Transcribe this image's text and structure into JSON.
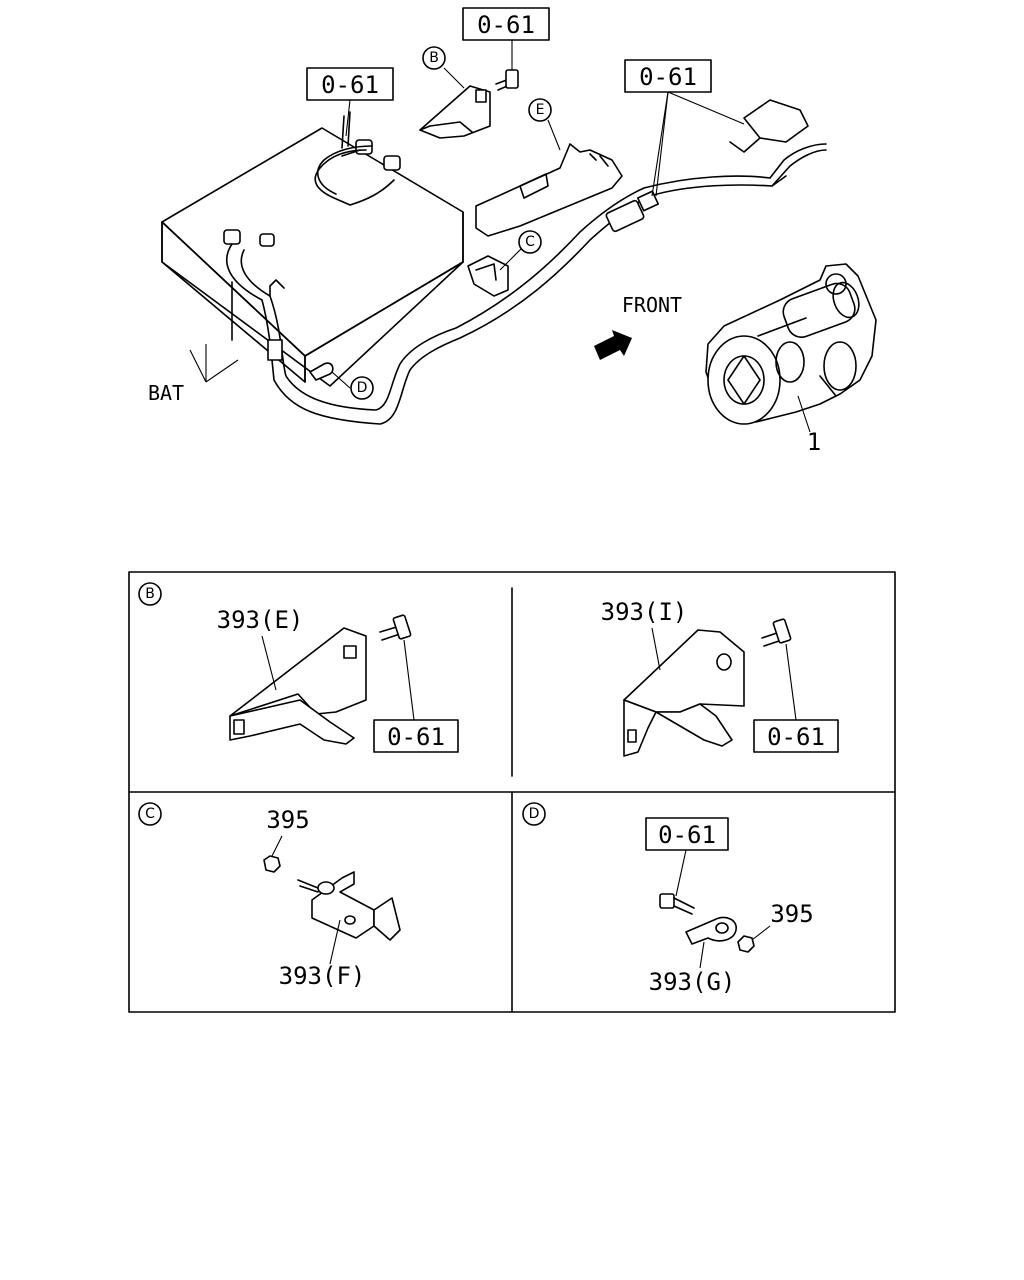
{
  "refs": {
    "ref_top_center": "0-61",
    "ref_top_left": "0-61",
    "ref_top_right": "0-61",
    "ref_panel_b_left": "0-61",
    "ref_panel_b_right": "0-61",
    "ref_panel_d": "0-61"
  },
  "callouts": {
    "b": "B",
    "c": "C",
    "d": "D",
    "e": "E"
  },
  "labels": {
    "front": "FRONT",
    "bat": "BAT",
    "starter_part": "1"
  },
  "panels": {
    "b": {
      "tag": "B",
      "left_part": "393(E)",
      "right_part": "393(I)"
    },
    "c": {
      "tag": "C",
      "nut_part": "395",
      "bracket_part": "393(F)"
    },
    "d": {
      "tag": "D",
      "nut_part": "395",
      "clip_part": "393(G)"
    }
  }
}
